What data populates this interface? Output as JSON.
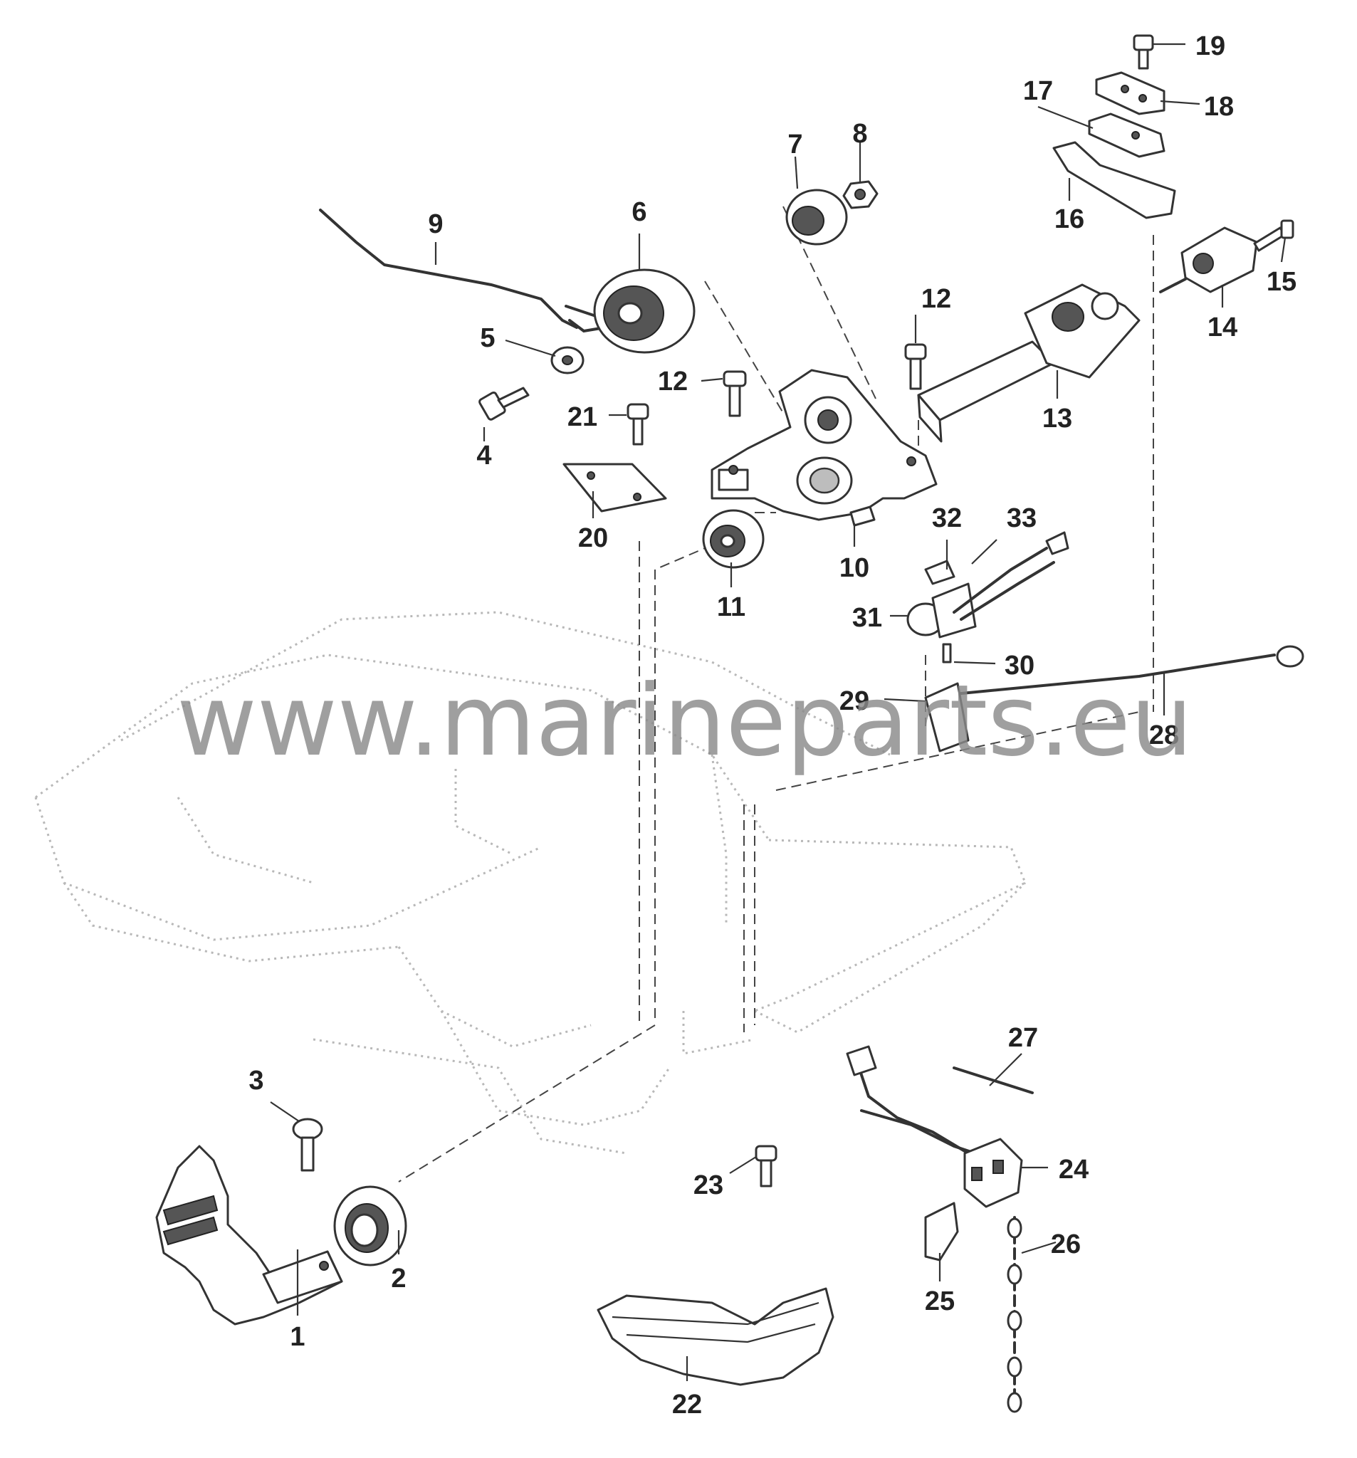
{
  "diagram": {
    "watermark": "www.marineparts.eu",
    "callouts": [
      "1",
      "2",
      "3",
      "4",
      "5",
      "6",
      "7",
      "8",
      "9",
      "10",
      "11",
      "12",
      "12",
      "13",
      "14",
      "15",
      "16",
      "17",
      "18",
      "19",
      "20",
      "21",
      "22",
      "23",
      "24",
      "25",
      "26",
      "27",
      "28",
      "29",
      "30",
      "31",
      "32",
      "33"
    ]
  }
}
